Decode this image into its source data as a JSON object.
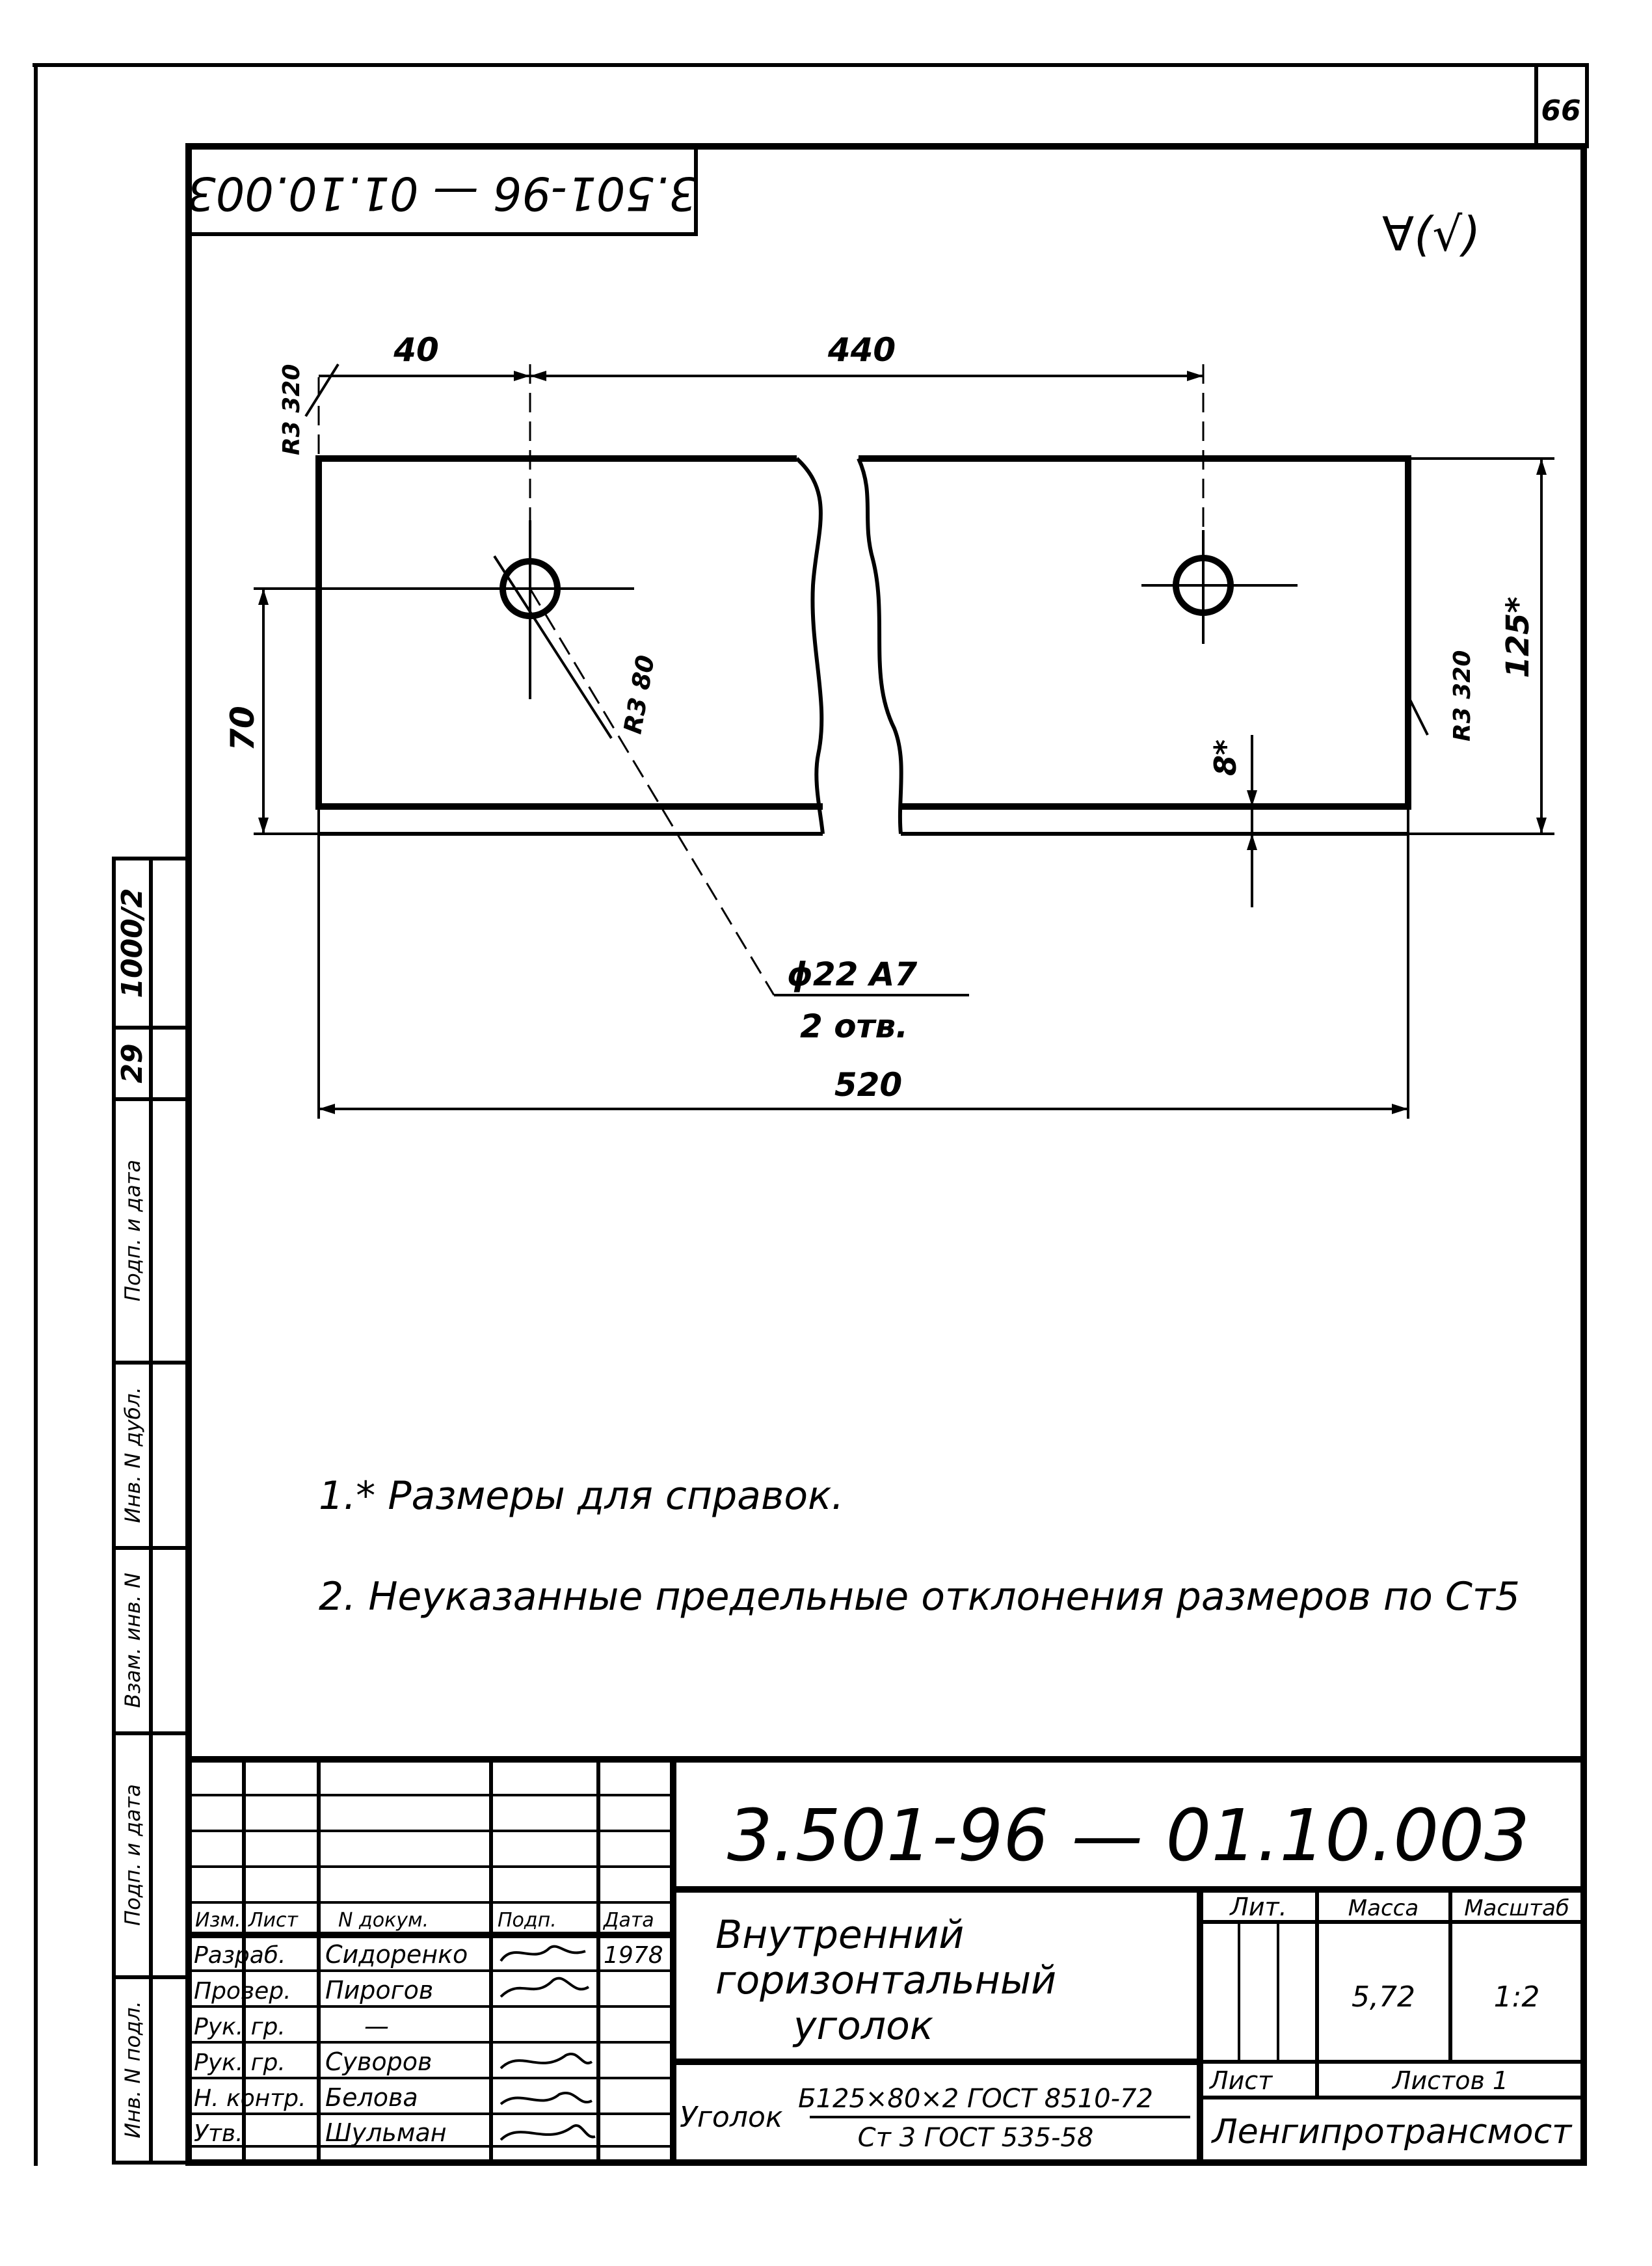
{
  "sheet_number": "66",
  "top_stamp": "3.501-96 — 01.10.003",
  "roughness_mark": "∀(√)",
  "dimensions": {
    "left_offset": "40",
    "hole_spacing": "440",
    "total_length": "520",
    "height_from_bottom": "70",
    "flange_width": "125*",
    "thickness": "8*",
    "radius_top_left": "R3 320",
    "radius_right": "R3 320",
    "radius_hole": "R3 80",
    "hole_main": "ϕ22 A7",
    "hole_count": "2 отв."
  },
  "notes": [
    "1.* Размеры для справок.",
    "2. Неуказанные предельные отклонения размеров по Ст5"
  ],
  "side_stamp": {
    "inv_num": "1000/2",
    "sheet_num": "29",
    "labels": [
      "Инв. N подл.",
      "Подп. и дата",
      "Взам. инв. N",
      "Инв. N дубл.",
      "Подп. и дата"
    ]
  },
  "title_block": {
    "designation": "3.501-96 — 01.10.003",
    "name_line1": "Внутренний",
    "name_line2": "горизонтальный",
    "name_line3": "уголок",
    "material_prefix": "Уголок",
    "material_top": "Б125×80×2 ГОСТ 8510-72",
    "material_bottom": "Ст 3 ГОСТ 535-58",
    "lit_label": "Лит.",
    "mass_label": "Масса",
    "scale_label": "Масштаб",
    "mass_value": "5,72",
    "scale_value": "1:2",
    "sheet_label": "Лист",
    "sheets_label": "Листов 1",
    "organization": "Ленгипротрансмост",
    "header": [
      "Изм.",
      "Лист",
      "N докум.",
      "Подп.",
      "Дата"
    ],
    "roles": [
      {
        "role": "Разраб.",
        "name": "Сидоренко",
        "date": "1978"
      },
      {
        "role": "Провер.",
        "name": "Пирогов",
        "date": ""
      },
      {
        "role": "Рук. гр.",
        "name": "—",
        "date": ""
      },
      {
        "role": "Рук. гр.",
        "name": "Суворов",
        "date": ""
      },
      {
        "role": "Н. контр.",
        "name": "Белова",
        "date": ""
      },
      {
        "role": "Утв.",
        "name": "Шульман",
        "date": ""
      }
    ]
  }
}
